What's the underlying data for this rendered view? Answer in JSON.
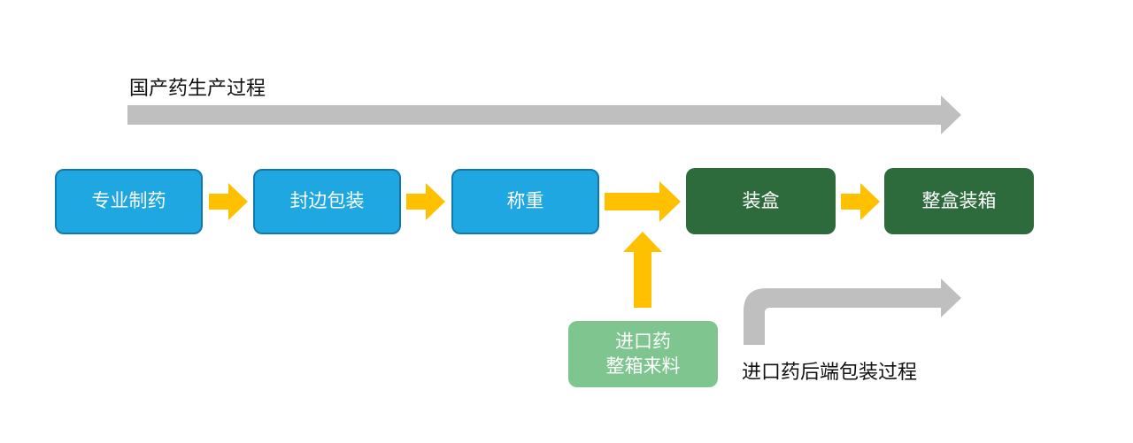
{
  "title_top": "国产药生产过程",
  "title_bottom": "进口药后端包装过程",
  "steps": {
    "s1": "专业制药",
    "s2": "封边包装",
    "s3": "称重",
    "s4": "装盒",
    "s5": "整盒装箱"
  },
  "import_box": {
    "line1": "进口药",
    "line2": "整箱来料"
  },
  "colors": {
    "process_blue": "#1ea7e1",
    "packaging_green": "#2d6b3c",
    "import_green": "#7fc58f",
    "flow_arrow": "#ffc000",
    "track_arrow": "#bfbfbf"
  }
}
